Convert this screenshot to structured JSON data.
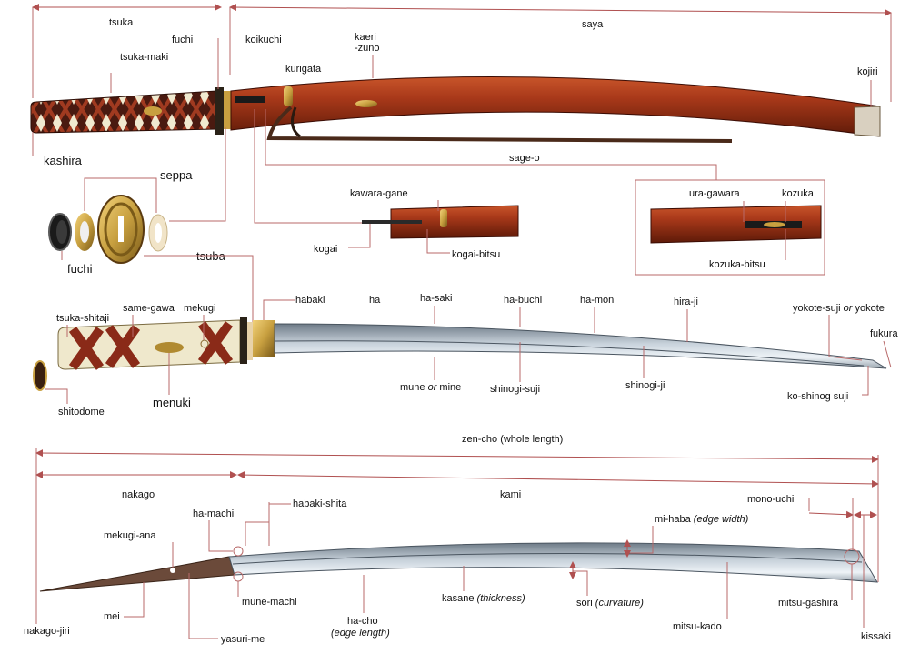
{
  "labels": {
    "tsuka": "tsuka",
    "saya": "saya",
    "fuchi_top": "fuchi",
    "koikuchi": "koikuchi",
    "kaeri_zuno_1": "kaeri",
    "kaeri_zuno_2": "-zuno",
    "tsuka_maki": "tsuka-maki",
    "kurigata": "kurigata",
    "kojiri": "kojiri",
    "kashira": "kashira",
    "sage_o": "sage-o",
    "seppa": "seppa",
    "kawara_gane": "kawara-gane",
    "ura_gawara": "ura-gawara",
    "kozuka": "kozuka",
    "kogai": "kogai",
    "kogai_bitsu": "kogai-bitsu",
    "kozuka_bitsu": "kozuka-bitsu",
    "fuchi_bottom": "fuchi",
    "tsuba": "tsuba",
    "habaki": "habaki",
    "ha": "ha",
    "ha_saki": "ha-saki",
    "ha_buchi": "ha-buchi",
    "ha_mon": "ha-mon",
    "hira_ji": "hira-ji",
    "yokote_suji_a": "yokote-suji ",
    "yokote_or": "or",
    "yokote_suji_b": " yokote",
    "fukura": "fukura",
    "tsuka_shitaji": "tsuka-shitaji",
    "same_gawa": "same-gawa",
    "mekugi": "mekugi",
    "mune_a": "mune ",
    "mune_or": "or",
    "mune_b": " mine",
    "shinogi_suji": "shinogi-suji",
    "shinogi_ji": "shinogi-ji",
    "ko_shinog_suji": "ko-shinog suji",
    "shitodome": "shitodome",
    "menuki": "menuki",
    "zen_cho": "zen-cho (whole length)",
    "nakago": "nakago",
    "kami": "kami",
    "ha_machi": "ha-machi",
    "habaki_shita": "habaki-shita",
    "mono_uchi": "mono-uchi",
    "mekugi_ana": "mekugi-ana",
    "mi_haba_a": "mi-haba ",
    "mi_haba_b": "(edge width)",
    "kasane_a": "kasane ",
    "kasane_b": "(thickness)",
    "sori_a": "sori ",
    "sori_b": "(curvature)",
    "mune_machi": "mune-machi",
    "mitsu_gashira": "mitsu-gashira",
    "nakago_jiri": "nakago-jiri",
    "mei": "mei",
    "yasuri_me": "yasuri-me",
    "ha_cho_a": "ha-cho",
    "ha_cho_b": "(edge length)",
    "mitsu_kado": "mitsu-kado",
    "kissaki": "kissaki"
  },
  "colors": {
    "saya_lacquer": "#8e2a0f",
    "saya_highlight": "#c8552a",
    "leader_line": "#b86a6a",
    "dimension_line": "#b05050",
    "blade_steel": "#c9d3dc",
    "blade_edge": "#eef3f7",
    "tang": "#6b4a3a",
    "wrap_cord": "#7a2a1a",
    "same_skin": "#e8e3c8",
    "gold_fitting": "#c8a040"
  }
}
